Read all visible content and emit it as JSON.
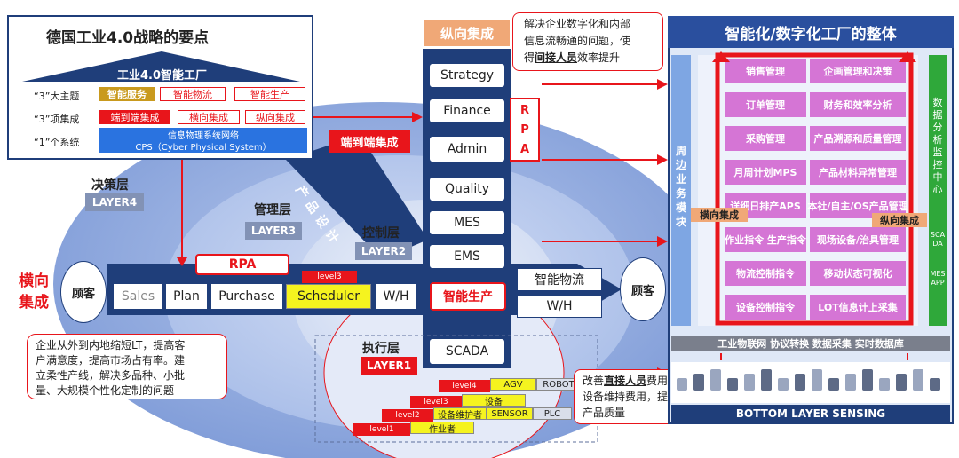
{
  "industry40": {
    "title": "德国工业4.0战略的要点",
    "roof": "工业4.0智能工厂",
    "rows": [
      {
        "label": "“3”大主题",
        "items": [
          "智能服务",
          "智能物流",
          "智能生产"
        ]
      },
      {
        "label": "“3”项集成",
        "items": [
          "端到端集成",
          "横向集成",
          "纵向集成"
        ]
      },
      {
        "label": "“1”个系统",
        "cps_cn": "信息物理系统网络",
        "cps_en": "CPS（Cyber Physical System）"
      }
    ]
  },
  "vertical": {
    "title": "纵向集成",
    "items": [
      "Strategy",
      "Finance",
      "Admin",
      "Quality",
      "MES",
      "EMS",
      "SCADA"
    ],
    "rpa": [
      "R",
      "P",
      "A"
    ]
  },
  "callouts": {
    "top": {
      "line1": "解决企业数字化和内部",
      "line2": "信息流畅通的问题，使",
      "prefix": "得",
      "bold": "间接人员",
      "suffix": "效率提升"
    },
    "left": {
      "lines": [
        "企业从外到内地缩短LT，提高客",
        "户满意度，提高市场占有率。建",
        "立柔性产线，解决多品种、小批",
        "量、大规模个性化定制的问题"
      ]
    },
    "bottom": {
      "prefix": "改善",
      "bold": "直接人员",
      "suffix": "费用，",
      "line2": "设备维持费用，提高",
      "line3": "产品质量"
    }
  },
  "layers": {
    "decision": {
      "cn": "决策层",
      "en": "LAYER4"
    },
    "management": {
      "cn": "管理层",
      "en": "LAYER3"
    },
    "control": {
      "cn": "控制层",
      "en": "LAYER2"
    },
    "execution": {
      "cn": "执行层",
      "en": "LAYER1"
    }
  },
  "e2e": "端到端集成",
  "product_design": "产品设计",
  "horizontal": {
    "label_line1": "横向",
    "label_line2": "集成",
    "customer": "顾客",
    "rpa": "RPA",
    "level3": "level3",
    "items": [
      "Sales",
      "Plan",
      "Purchase",
      "Scheduler",
      "W/H"
    ],
    "smart_production": "智能生产",
    "smart_logistics": "智能物流",
    "wh2": "W/H",
    "customer_right": "顾客"
  },
  "levels": [
    {
      "level": "level4",
      "item": "AGV",
      "extra": "ROBOT"
    },
    {
      "level": "level3",
      "item": "设备",
      "extra": ""
    },
    {
      "level": "level2",
      "item": "设备维护者",
      "extra": "SENSOR",
      "extra2": "PLC"
    },
    {
      "level": "level1",
      "item": "作业者",
      "extra": ""
    }
  ],
  "factory": {
    "title": "智能化/数字化工厂的整体",
    "side": "周边业务模块",
    "right": "数据分析 监控中心",
    "right2": "SCADA",
    "right3": "MES APP",
    "rows": [
      [
        "销售管理",
        "企画管理和决策"
      ],
      [
        "订单管理",
        "财务和效率分析"
      ],
      [
        "采购管理",
        "产品溯源和质量管理"
      ],
      [
        "月周计划MPS",
        "产品材料异常管理"
      ],
      [
        "详细日排产APS",
        "本社/自主/OS产品管理"
      ],
      [
        "作业指令 生产指令",
        "现场设备/治具管理"
      ],
      [
        "物流控制指令",
        "移动状态可视化"
      ],
      [
        "设备控制指令",
        "LOT信息计上采集"
      ]
    ],
    "horizontal_tag": "横向集成",
    "vertical_tag": "纵向集成",
    "iot_bar": "工业物联网 协议转换 数据采集 实时数据库",
    "bottom": "BOTTOM LAYER SENSING"
  },
  "colors": {
    "navy": "#1f3e7a",
    "red": "#e8151b",
    "pink": "#d575d5",
    "green": "#2fa83a",
    "orange": "#f0a877",
    "yellow": "#f5f31f",
    "sky": "#7ea6e3"
  }
}
